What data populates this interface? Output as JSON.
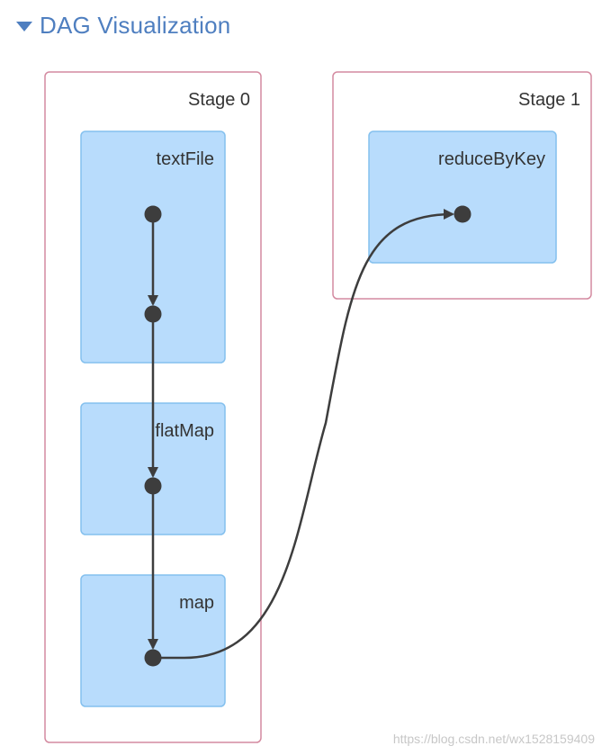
{
  "header": {
    "title": "DAG Visualization",
    "toggle_icon": "triangle-down-icon"
  },
  "stages": [
    {
      "label": "Stage 0",
      "operations": [
        "textFile",
        "flatMap",
        "map"
      ]
    },
    {
      "label": "Stage 1",
      "operations": [
        "reduceByKey"
      ]
    }
  ],
  "colors": {
    "stage_border": "#d48aa0",
    "op_fill": "#b8dcfc",
    "op_border": "#84c0ee",
    "node_fill": "#3d3d3d",
    "edge": "#3d3d3d",
    "title": "#4f7fc0"
  },
  "watermark": "https://blog.csdn.net/wx1528159409"
}
